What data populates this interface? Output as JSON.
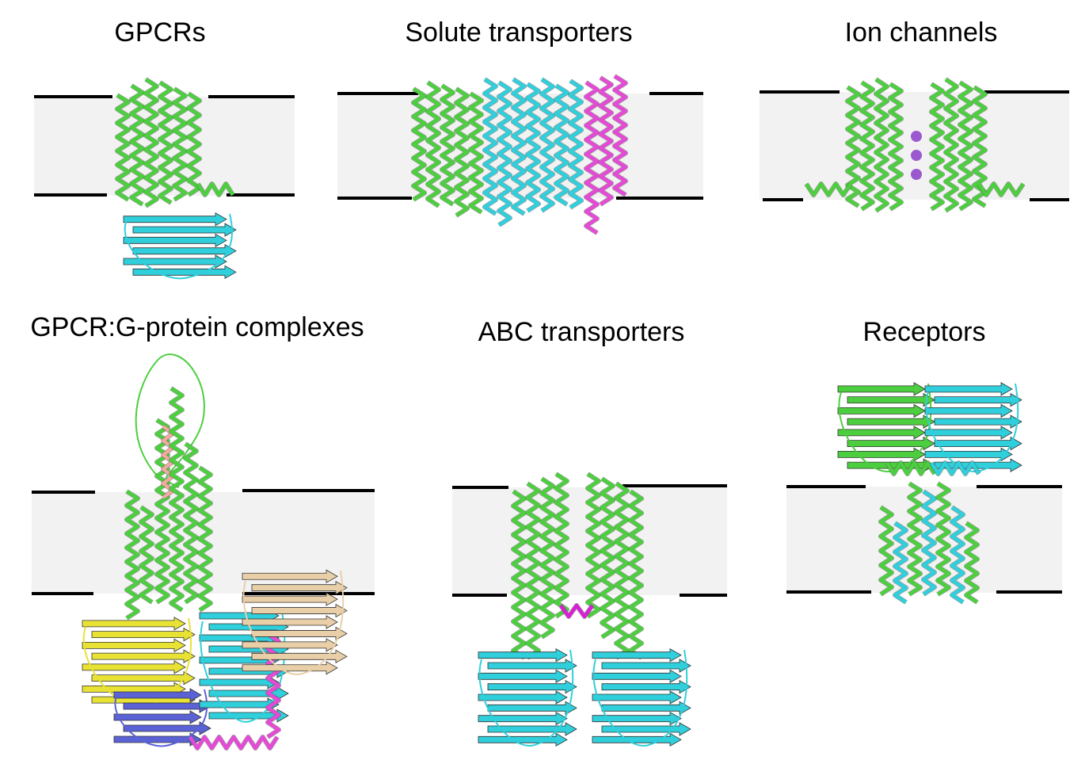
{
  "panels": [
    {
      "title": "GPCRs",
      "protein_colors": [
        "#4ccf3e",
        "#2fcfdc"
      ]
    },
    {
      "title": "Solute transporters",
      "protein_colors": [
        "#4ccf3e",
        "#2fcfdc",
        "#e54ad6"
      ]
    },
    {
      "title": "Ion channels",
      "protein_colors": [
        "#4ccf3e",
        "#9b59d0"
      ]
    },
    {
      "title": "GPCR:G-protein complexes",
      "protein_colors": [
        "#4ccf3e",
        "#f2a99e",
        "#e8e234",
        "#5a62d6",
        "#2fcfdc",
        "#e54ad6",
        "#e9cfa8"
      ]
    },
    {
      "title": "ABC transporters",
      "protein_colors": [
        "#4ccf3e",
        "#2fcfdc",
        "#d91fd6"
      ]
    },
    {
      "title": "Receptors",
      "protein_colors": [
        "#4ccf3e",
        "#2fcfdc"
      ]
    }
  ],
  "membrane_color": "#f2f2f2"
}
